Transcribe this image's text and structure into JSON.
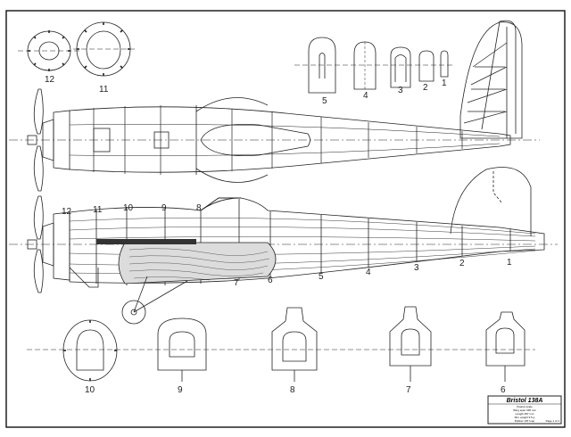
{
  "title_block": {
    "title": "Bristol 138A",
    "lines": [
      "Peanut scale",
      "Wing span 335 mm",
      "Length 297 mm",
      "Min. weight 9.5 g",
      "Rubber 1/8\" loop"
    ],
    "sheet": "Page 1 of 1"
  },
  "views": {
    "top_former_labels": [
      "12",
      "11"
    ],
    "rib_labels": [
      "5",
      "4",
      "3",
      "2",
      "1"
    ],
    "side_station_labels": [
      "12",
      "11",
      "10",
      "9",
      "8",
      "7",
      "6",
      "5",
      "4",
      "3",
      "2",
      "1"
    ],
    "bottom_former_labels": [
      "10",
      "9",
      "8",
      "7",
      "6"
    ]
  }
}
